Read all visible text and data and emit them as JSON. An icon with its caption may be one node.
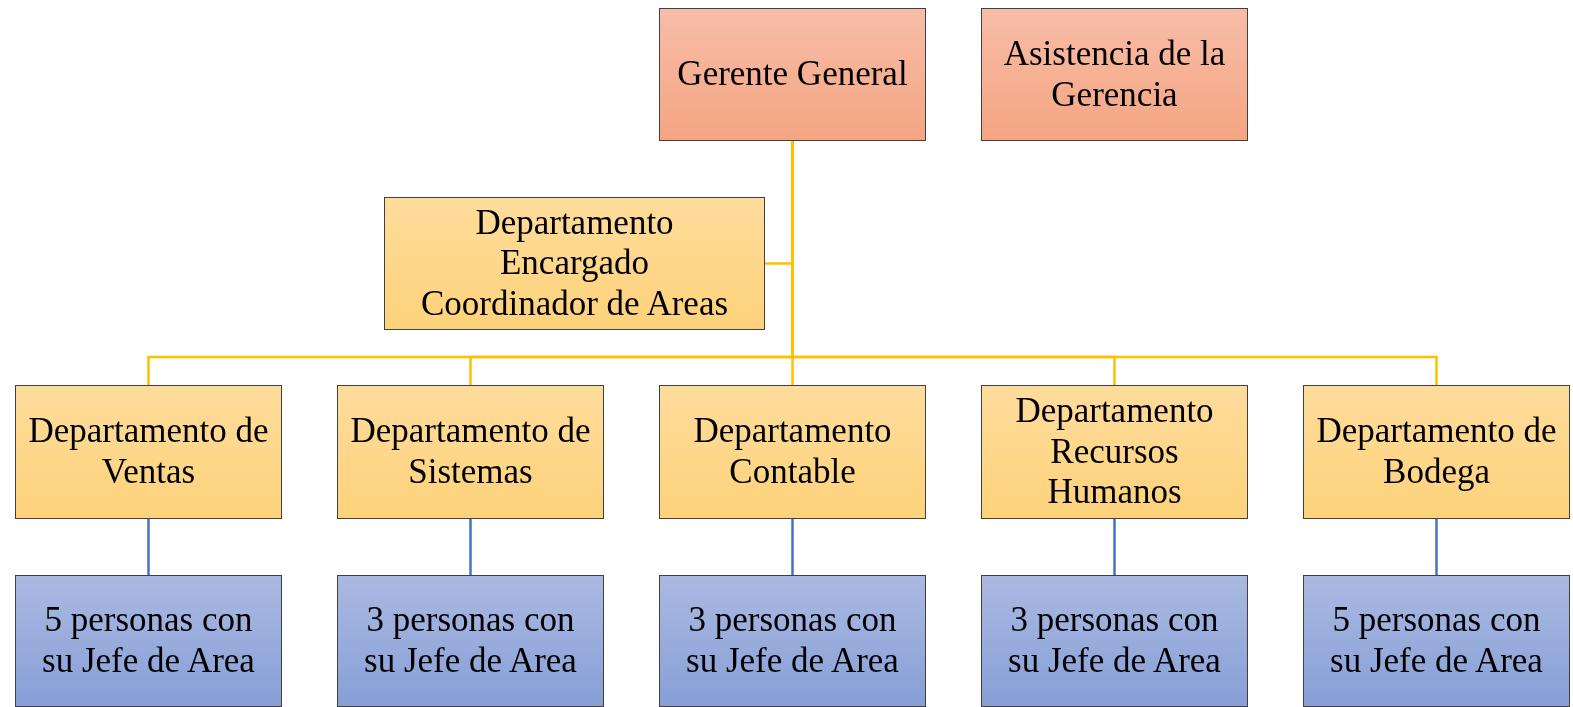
{
  "diagram": {
    "nodes": [
      {
        "text": [
          "Gerente General"
        ]
      },
      {
        "text": [
          "Asistencia de la Gerencia"
        ]
      },
      {
        "text": [
          "Departamento Encargado Coordinador de Areas"
        ]
      },
      {
        "text": [
          "Departamento de Ventas"
        ]
      },
      {
        "text": [
          "Departamento de Sistemas"
        ]
      },
      {
        "text": [
          "Departamento Contable"
        ]
      },
      {
        "text": [
          "Departamento Recursos Humanos"
        ]
      },
      {
        "text": [
          "Departamento de Bodega"
        ]
      },
      {
        "text": [
          "5 personas con su Jefe de Area"
        ]
      },
      {
        "text": [
          "3 personas con su Jefe de Area"
        ]
      },
      {
        "text": [
          "3 personas con su Jefe de Area"
        ]
      },
      {
        "text": [
          "3 personas con su Jefe de Area"
        ]
      },
      {
        "text": [
          "5 personas con su Jefe de Area"
        ]
      }
    ],
    "edges": [
      {
        "from": 0,
        "to": 2,
        "arrow": "none"
      },
      {
        "from": 0,
        "to": 3,
        "arrow": "none"
      },
      {
        "from": 0,
        "to": 4,
        "arrow": "none"
      },
      {
        "from": 0,
        "to": 5,
        "arrow": "none"
      },
      {
        "from": 0,
        "to": 6,
        "arrow": "none"
      },
      {
        "from": 0,
        "to": 7,
        "arrow": "none"
      },
      {
        "from": 3,
        "to": 8,
        "arrow": "none",
        "color": "#4472c4"
      },
      {
        "from": 4,
        "to": 9,
        "arrow": "none",
        "color": "#4472c4"
      },
      {
        "from": 5,
        "to": 10,
        "arrow": "none",
        "color": "#4472c4"
      },
      {
        "from": 6,
        "to": 11,
        "arrow": "none",
        "color": "#4472c4"
      },
      {
        "from": 7,
        "to": 12,
        "arrow": "none",
        "color": "#4472c4"
      }
    ]
  }
}
